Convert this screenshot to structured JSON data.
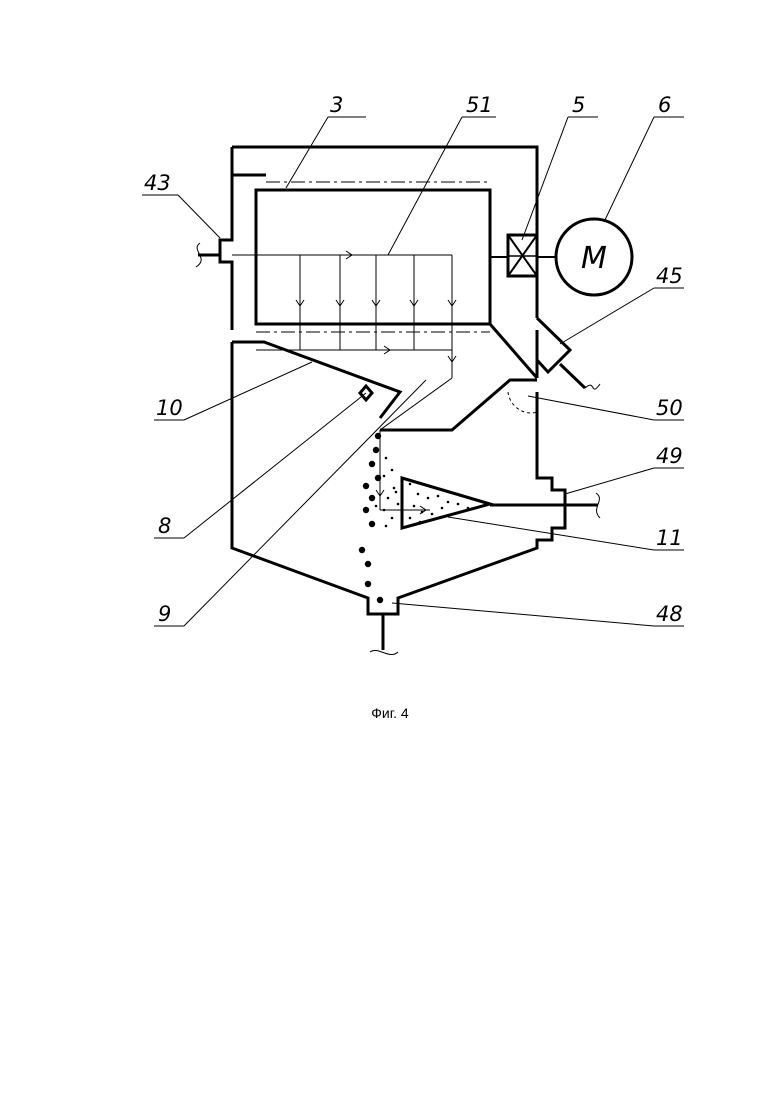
{
  "figure": {
    "caption": "Фиг. 4",
    "motor_label": "M",
    "callouts": [
      {
        "id": "c3",
        "text": "3"
      },
      {
        "id": "c51",
        "text": "51"
      },
      {
        "id": "c5",
        "text": "5"
      },
      {
        "id": "c6",
        "text": "6"
      },
      {
        "id": "c43",
        "text": "43"
      },
      {
        "id": "c45",
        "text": "45"
      },
      {
        "id": "c10",
        "text": "10"
      },
      {
        "id": "c50",
        "text": "50"
      },
      {
        "id": "c49",
        "text": "49"
      },
      {
        "id": "c8",
        "text": "8"
      },
      {
        "id": "c11",
        "text": "11"
      },
      {
        "id": "c9",
        "text": "9"
      },
      {
        "id": "c48",
        "text": "48"
      }
    ]
  }
}
